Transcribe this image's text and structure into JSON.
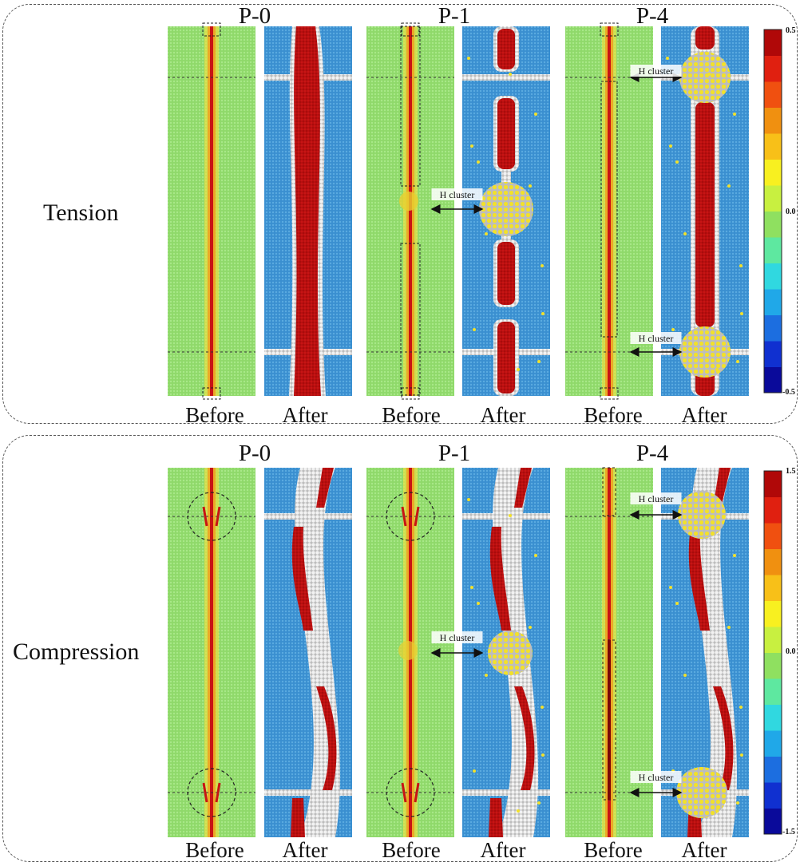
{
  "sections": [
    {
      "label": "Tension",
      "panels": [
        {
          "title": "P-0",
          "before": "Before",
          "after": "After",
          "h_clusters": []
        },
        {
          "title": "P-1",
          "before": "Before",
          "after": "After",
          "h_clusters": [
            "H cluster"
          ]
        },
        {
          "title": "P-4",
          "before": "Before",
          "after": "After",
          "h_clusters": [
            "H cluster",
            "H cluster"
          ]
        }
      ],
      "colorbar": {
        "max": "0.5",
        "mid": "0.0",
        "min": "-0.5"
      }
    },
    {
      "label": "Compression",
      "panels": [
        {
          "title": "P-0",
          "before": "Before",
          "after": "After",
          "h_clusters": []
        },
        {
          "title": "P-1",
          "before": "Before",
          "after": "After",
          "h_clusters": [
            "H cluster"
          ]
        },
        {
          "title": "P-4",
          "before": "Before",
          "after": "After",
          "h_clusters": [
            "H cluster",
            "H cluster"
          ]
        }
      ],
      "colorbar": {
        "max": "1.5",
        "mid": "0.0",
        "min": "-1.5"
      }
    }
  ],
  "colors": {
    "before_bg": "#8fd96a",
    "after_bg": "#3a8fd0",
    "core_red": "#c81414",
    "white_atoms": "#e6e6e6",
    "h_atoms": "#f2e12a",
    "colorbar": [
      "#0a0a9a",
      "#1030d0",
      "#1c6ee0",
      "#20a8e8",
      "#30d8e0",
      "#5ee8a0",
      "#8fe060",
      "#c8f040",
      "#f8f020",
      "#f8c018",
      "#f09010",
      "#f05010",
      "#e02010",
      "#b00808"
    ]
  }
}
